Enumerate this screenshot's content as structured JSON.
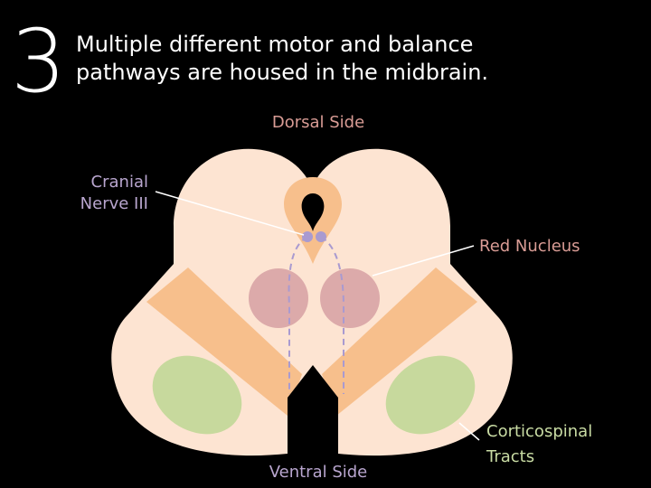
{
  "slide": {
    "number": "3",
    "title_line1": "Multiple different motor and balance",
    "title_line2": "pathways are housed in the midbrain."
  },
  "labels": {
    "dorsal": "Dorsal Side",
    "ventral": "Ventral Side",
    "cranial_line1": "Cranial",
    "cranial_line2": "Nerve III",
    "red_nucleus": "Red Nucleus",
    "cortico_line1": "Corticospinal",
    "cortico_line2": "Tracts"
  },
  "colors": {
    "background": "#000000",
    "tissue": "#fde4d2",
    "band": "#f7bf8c",
    "red_nucleus": "#dcaaaa",
    "corticospinal": "#c7d99d",
    "cranial_nerve": "#a99ad0",
    "label_pink": "#d99c95",
    "label_purple": "#b9a6cf",
    "label_green": "#c9dca4"
  }
}
